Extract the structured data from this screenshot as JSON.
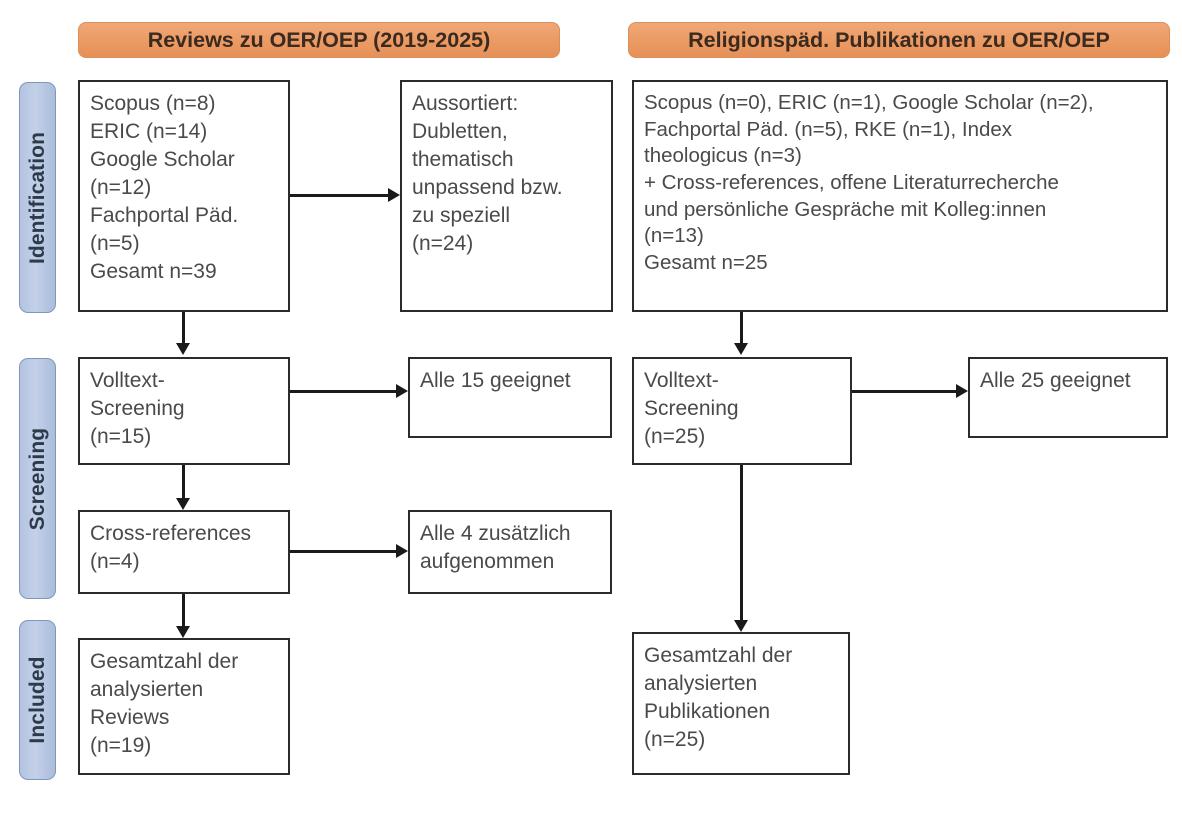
{
  "diagram": {
    "title": "PRISMA flow diagram",
    "colors": {
      "header_fill": "#eb9a63",
      "header_border": "#d98f55",
      "phase_fill": "#b8c8e2",
      "phase_border": "#7f97bf",
      "box_border": "#2b2b2b",
      "text": "#4a4a4a",
      "connector": "#1a1a1a"
    }
  },
  "phases": [
    {
      "id": "identification",
      "label": "Identification"
    },
    {
      "id": "screening",
      "label": "Screening"
    },
    {
      "id": "included",
      "label": "Included"
    }
  ],
  "columns": [
    {
      "id": "reviews",
      "header": "Reviews zu OER/OEP (2019-2025)"
    },
    {
      "id": "publications",
      "header": "Religionspäd. Publikationen zu OER/OEP"
    }
  ],
  "boxes": {
    "left_sources": "Scopus (n=8)\nERIC (n=14)\nGoogle Scholar\n(n=12)\nFachportal Päd.\n(n=5)\nGesamt n=39",
    "left_excluded": "Aussortiert:\nDubletten,\nthematisch\nunpassend bzw.\nzu speziell\n(n=24)",
    "left_fulltext": "Volltext-\nScreening\n(n=15)",
    "left_eligible": "Alle 15 geeignet",
    "left_crossrefs": "Cross-references\n(n=4)",
    "left_crossrefs_added": "Alle 4 zusätzlich\naufgenommen",
    "left_included": "Gesamtzahl der\nanalysierten\nReviews\n(n=19)",
    "right_sources": "Scopus (n=0), ERIC (n=1), Google Scholar (n=2),\nFachportal Päd. (n=5), RKE (n=1), Index\ntheologicus (n=3)\n+ Cross-references, offene Literaturrecherche\nund persönliche Gespräche mit Kolleg:innen\n(n=13)\nGesamt n=25",
    "right_fulltext": "Volltext-\nScreening\n(n=25)",
    "right_eligible": "Alle 25 geeignet",
    "right_included": "Gesamtzahl der\nanalysierten\nPublikationen\n(n=25)"
  },
  "counts": {
    "left_scopus": 8,
    "left_eric": 14,
    "left_google_scholar": 12,
    "left_fachportal": 5,
    "left_total": 39,
    "left_excluded": 24,
    "left_fulltext": 15,
    "left_eligible": 15,
    "left_crossrefs": 4,
    "left_crossrefs_added": 4,
    "left_included": 19,
    "right_scopus": 0,
    "right_eric": 1,
    "right_google_scholar": 2,
    "right_fachportal": 5,
    "right_rke": 1,
    "right_index_theologicus": 3,
    "right_other": 13,
    "right_total": 25,
    "right_fulltext": 25,
    "right_eligible": 25,
    "right_included": 25
  }
}
